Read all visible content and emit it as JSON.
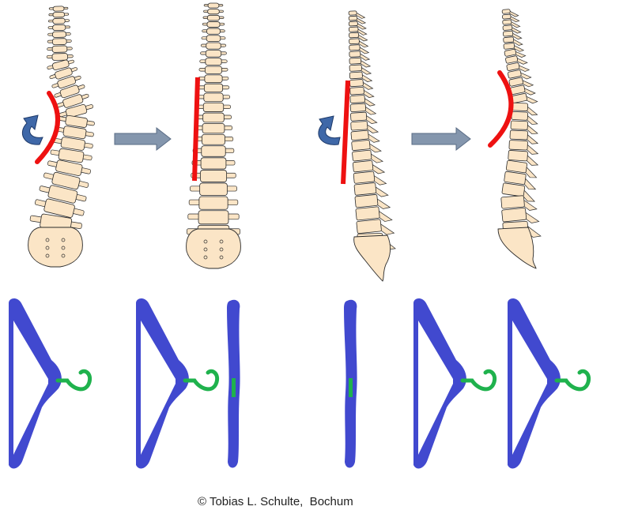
{
  "caption": "© Tobias L. Schulte,  Bochum",
  "colors": {
    "bone": "#fbe5c6",
    "bone_outline": "#2a2a2a",
    "curve_line": "#ee1111",
    "rotation_arrow": "#3f68a8",
    "transition_arrow": "#8496ad",
    "hanger": "#4149cf",
    "hook": "#1fb24d"
  },
  "panels": [
    {
      "name": "frontal-scoliosis",
      "description_visible": false
    },
    {
      "name": "frontal-corrected"
    },
    {
      "name": "sagittal-flat-back"
    },
    {
      "name": "sagittal-kyphosis-restored"
    }
  ]
}
